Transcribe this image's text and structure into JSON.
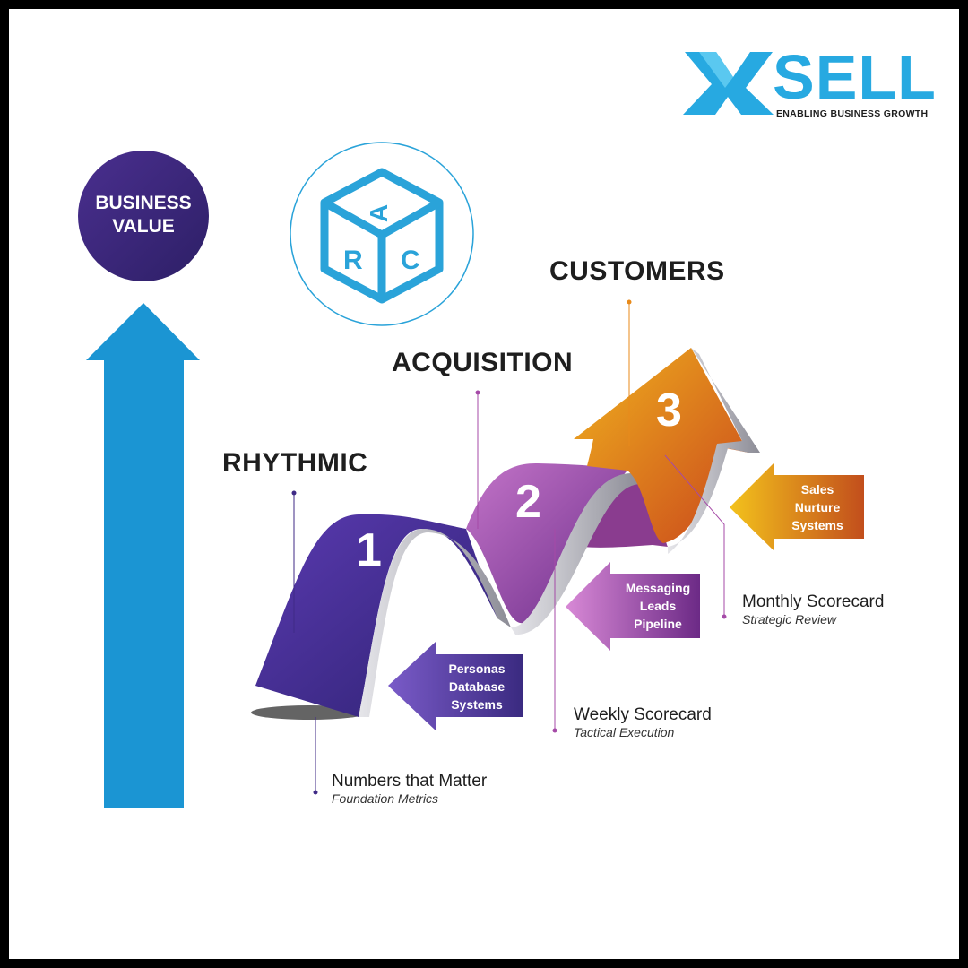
{
  "logo": {
    "brand": "XSELL",
    "tagline": "ENABLING BUSINESS GROWTH"
  },
  "business_value": {
    "line1": "BUSINESS",
    "line2": "VALUE"
  },
  "arc_icon": {
    "letters": [
      "A",
      "R",
      "C"
    ]
  },
  "stages": [
    {
      "name": "RHYTHMIC",
      "number": "1"
    },
    {
      "name": "ACQUISITION",
      "number": "2"
    },
    {
      "name": "CUSTOMERS",
      "number": "3"
    }
  ],
  "input_arrows": [
    {
      "lines": [
        "Personas",
        "Database",
        "Systems"
      ]
    },
    {
      "lines": [
        "Messaging",
        "Leads",
        "Pipeline"
      ]
    },
    {
      "lines": [
        "Sales",
        "Nurture",
        "Systems"
      ]
    }
  ],
  "scorecards": [
    {
      "title": "Numbers that Matter",
      "subtitle": "Foundation Metrics"
    },
    {
      "title": "Weekly Scorecard",
      "subtitle": "Tactical Execution"
    },
    {
      "title": "Monthly Scorecard",
      "subtitle": "Strategic Review"
    }
  ],
  "colors": {
    "blue_arrow": "#1b95d3",
    "purple_dark": "#3f2a86",
    "purple_mid": "#6a3aa6",
    "magenta": "#a54aa7",
    "orange": "#d9641c",
    "gold": "#e8a21f",
    "logo_cyan": "#27a9e1"
  }
}
